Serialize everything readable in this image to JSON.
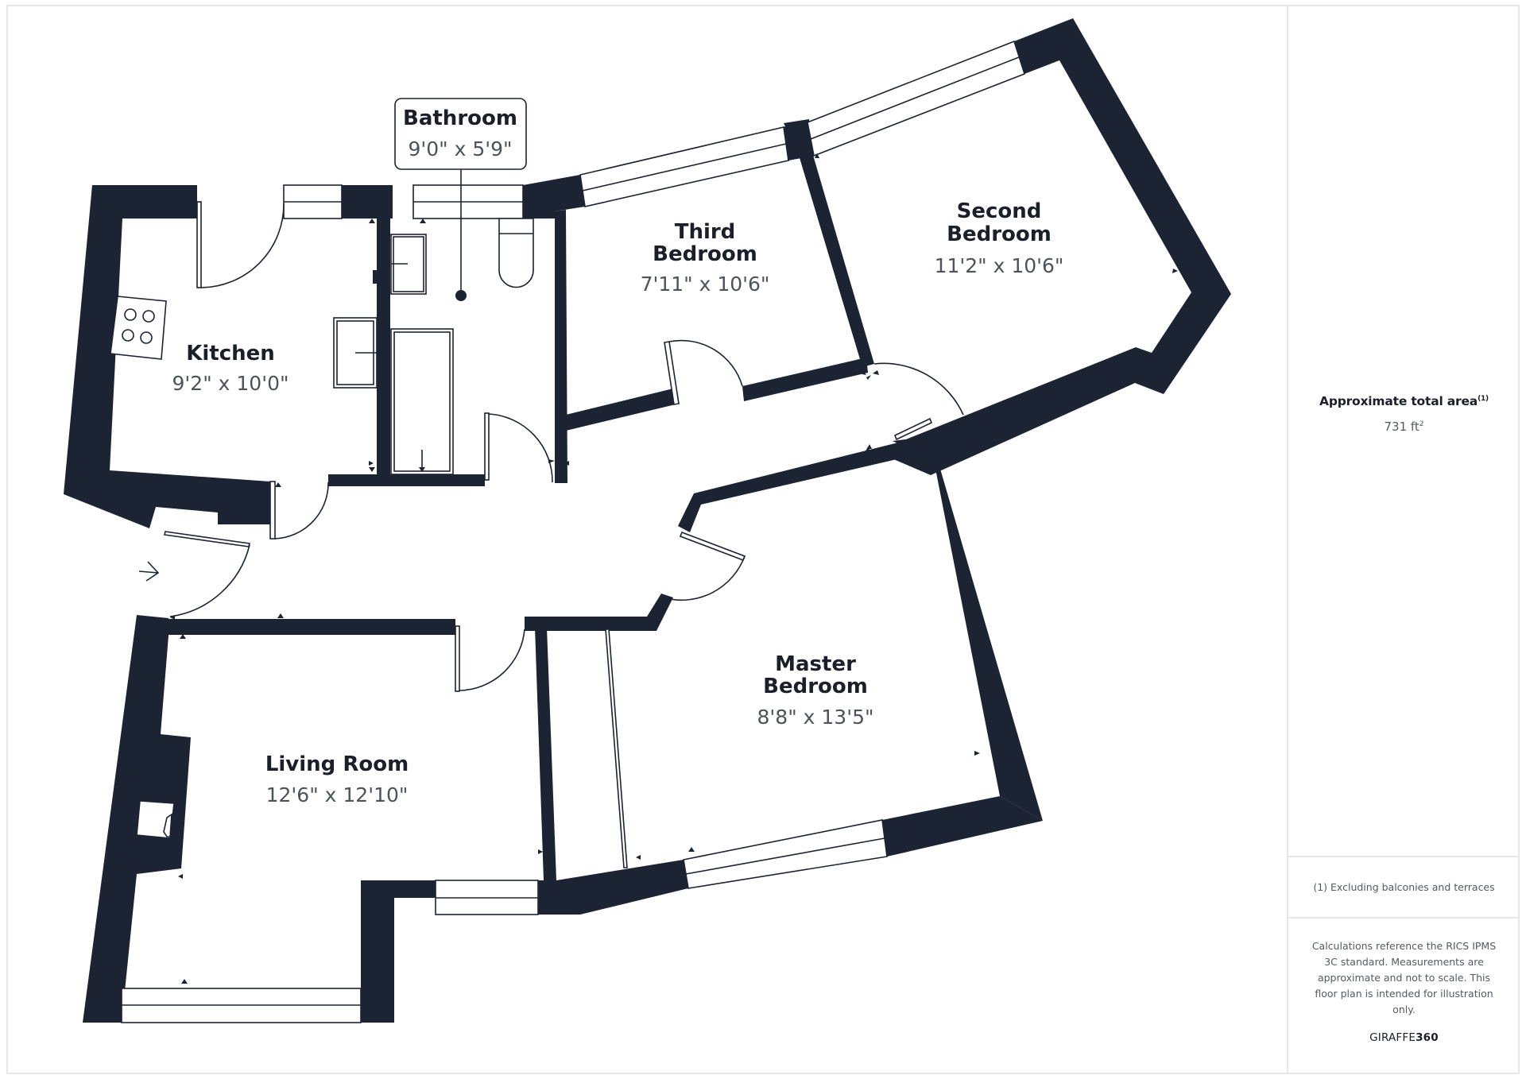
{
  "plan": {
    "rooms": [
      {
        "id": "kitchen",
        "name_lines": [
          "Kitchen"
        ],
        "dimensions": "9'2\" x 10'0\""
      },
      {
        "id": "bathroom",
        "name_lines": [
          "Bathroom"
        ],
        "dimensions": "9'0\" x 5'9\""
      },
      {
        "id": "third-bedroom",
        "name_lines": [
          "Third",
          "Bedroom"
        ],
        "dimensions": "7'11\" x 10'6\""
      },
      {
        "id": "second-bedroom",
        "name_lines": [
          "Second",
          "Bedroom"
        ],
        "dimensions": "11'2\" x 10'6\""
      },
      {
        "id": "master-bedroom",
        "name_lines": [
          "Master",
          "Bedroom"
        ],
        "dimensions": "8'8\" x 13'5\""
      },
      {
        "id": "living-room",
        "name_lines": [
          "Living Room"
        ],
        "dimensions": "12'6\" x 12'10\""
      }
    ],
    "entrance_icon": "arrow-right-icon",
    "wall_color": "#1c2333"
  },
  "sidebar": {
    "area_title": "Approximate total area",
    "area_footnote_marker": "(1)",
    "area_value": "731 ft",
    "area_unit_sup": "2",
    "footnote": "(1) Excluding balconies and terraces",
    "disclaimer": "Calculations reference the RICS IPMS 3C standard. Measurements are approximate and not to scale. This floor plan is intended for illustration only.",
    "brand_prefix": "GIRAFFE",
    "brand_suffix": "360"
  }
}
